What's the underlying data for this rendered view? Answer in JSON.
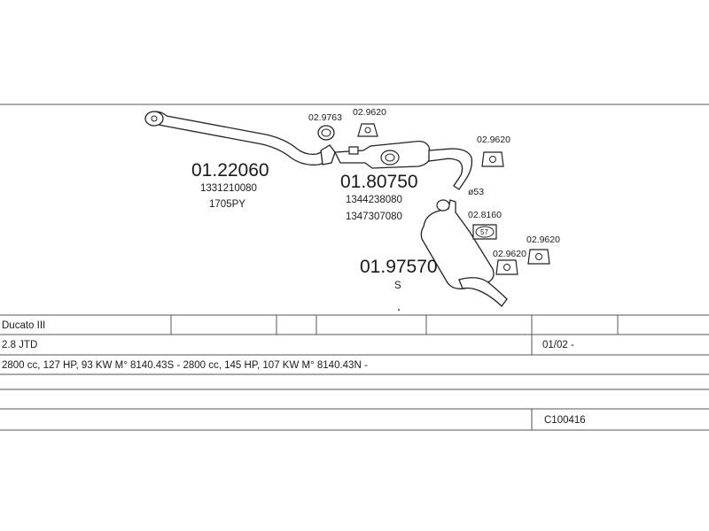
{
  "diagram": {
    "front_pipe": {
      "number": "01.22060",
      "codes": [
        "1331210080",
        "1705PY"
      ]
    },
    "middle_silencer": {
      "number": "01.80750",
      "codes": [
        "1344238080",
        "1347307080"
      ]
    },
    "rear_silencer": {
      "number": "01.97570",
      "suffix": "S"
    },
    "gasket": {
      "number": "02.9763"
    },
    "hanger_a": {
      "number": "02.9620"
    },
    "hanger_b": {
      "number": "02.9620"
    },
    "hanger_c": {
      "number": "02.9620"
    },
    "hanger_d": {
      "number": "02.9620"
    },
    "clamp": {
      "number": "02.8160",
      "badge": "57"
    },
    "diameter_label": "ø53"
  },
  "table": {
    "model": "Ducato III",
    "engine": "2.8 JTD",
    "date": "01/02 -",
    "spec": "2800 cc, 127 HP, 93 KW M° 8140.43S - 2800 cc, 145 HP, 107 KW M° 8140.43N -",
    "kit_code": "C100416"
  }
}
